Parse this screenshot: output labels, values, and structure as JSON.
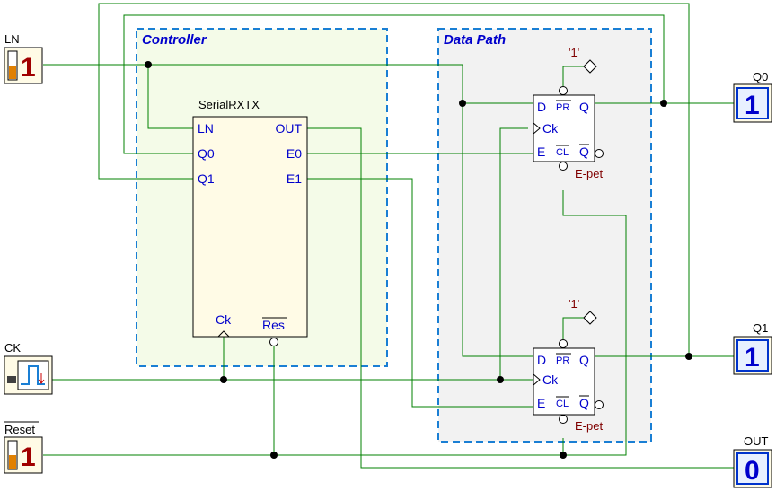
{
  "regions": {
    "controller": "Controller",
    "datapath": "Data Path"
  },
  "controller_block": {
    "name": "SerialRXTX",
    "pins": {
      "ln": "LN",
      "q0": "Q0",
      "q1": "Q1",
      "out": "OUT",
      "e0": "E0",
      "e1": "E1",
      "ck": "Ck",
      "res": "Res"
    }
  },
  "flipflops": [
    {
      "preset": "'1'",
      "d": "D",
      "pr": "PR",
      "q": "Q",
      "ck": "Ck",
      "e": "E",
      "cl": "CL",
      "qn": "Q",
      "type": "E-pet"
    },
    {
      "preset": "'1'",
      "d": "D",
      "pr": "PR",
      "q": "Q",
      "ck": "Ck",
      "e": "E",
      "cl": "CL",
      "qn": "Q",
      "type": "E-pet"
    }
  ],
  "inputs": {
    "ln": {
      "label": "LN",
      "value": "1"
    },
    "ck": {
      "label": "CK"
    },
    "reset": {
      "label": "Reset",
      "value": "1"
    }
  },
  "outputs": {
    "q0": {
      "label": "Q0",
      "value": "1"
    },
    "q1": {
      "label": "Q1",
      "value": "1"
    },
    "out": {
      "label": "OUT",
      "value": "0"
    }
  }
}
